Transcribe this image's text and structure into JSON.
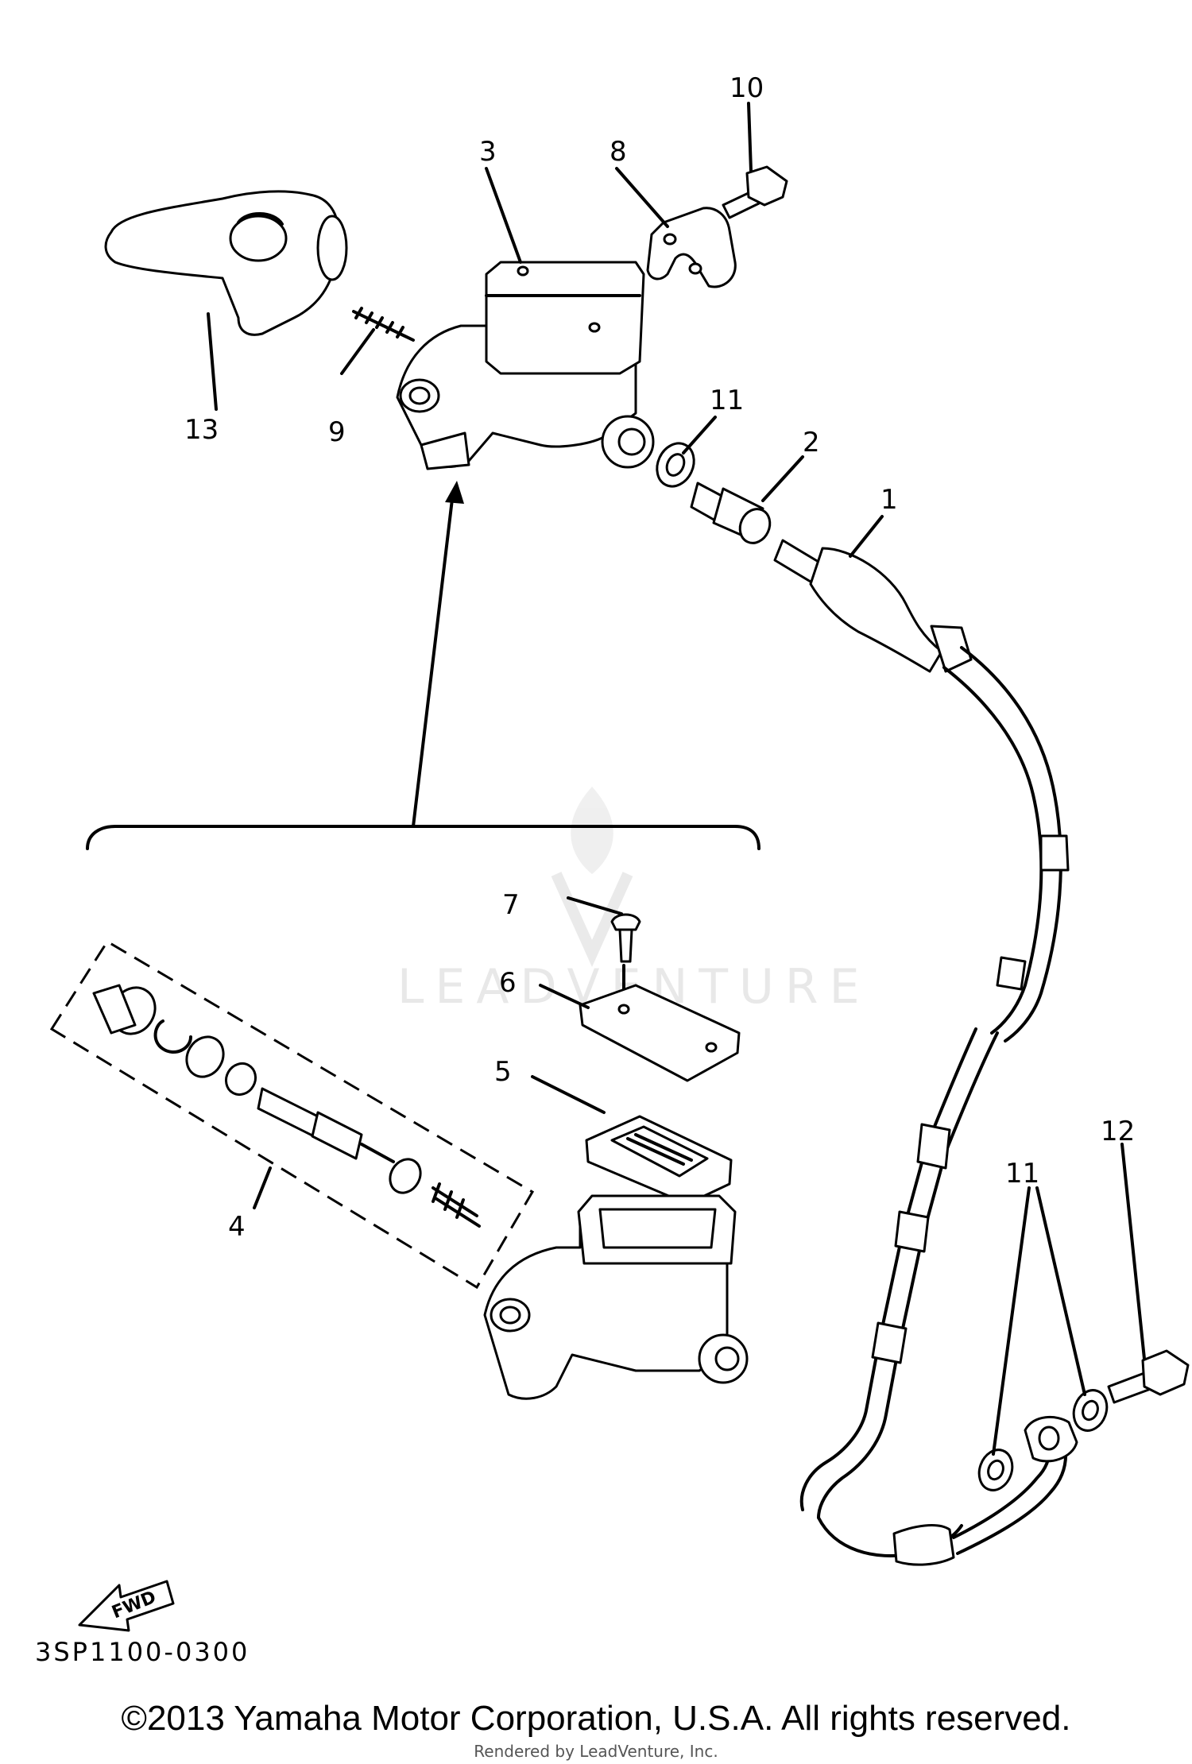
{
  "diagram": {
    "callouts": {
      "c1": "1",
      "c2": "2",
      "c3": "3",
      "c4": "4",
      "c5": "5",
      "c6": "6",
      "c7": "7",
      "c8": "8",
      "c9": "9",
      "c10": "10",
      "c11a": "11",
      "c11b": "11",
      "c12": "12",
      "c13": "13"
    },
    "direction_arrow": "FWD",
    "diagram_code": "3SP1100-0300"
  },
  "watermark": {
    "text": "LEADVENTURE"
  },
  "footer": {
    "copyright": "©2013 Yamaha Motor Corporation, U.S.A. All rights reserved.",
    "rendered_by": "Rendered by LeadVenture, Inc."
  }
}
